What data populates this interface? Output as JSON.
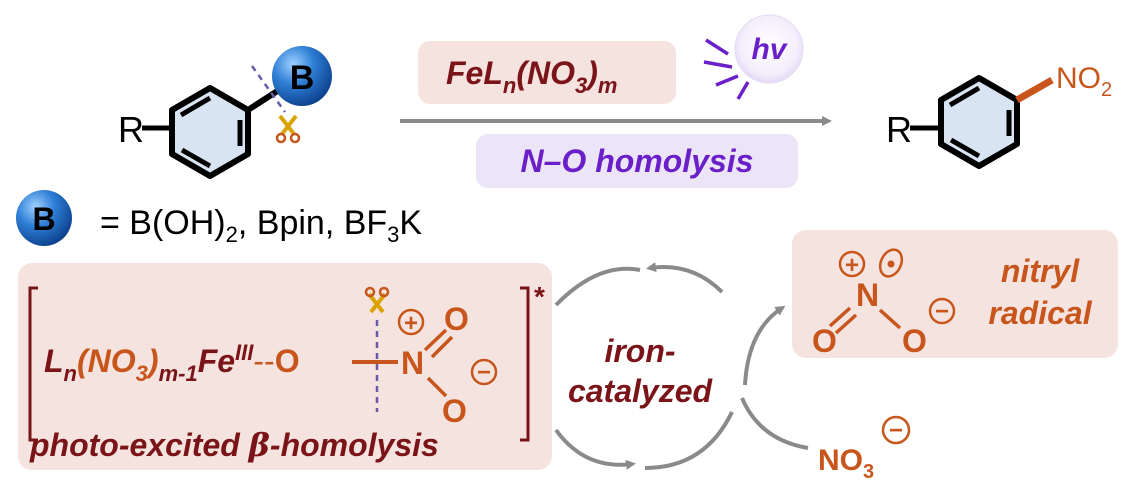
{
  "colors": {
    "dark_red": "#7a1418",
    "orange": "#c8561c",
    "purple": "#6a1fc8",
    "gray": "#8a8a8a",
    "ring_fill": "#d8e4f2",
    "pink_box": "#f5e3df",
    "lavender_box": "#ece4f7",
    "boron_blue": "#1f64b8"
  },
  "reaction": {
    "reactant_r": "R",
    "boron_letter": "B",
    "reagent_main": "FeL",
    "reagent_sub_n": "n",
    "reagent_paren": "(NO",
    "reagent_sub_3": "3",
    "reagent_close": ")",
    "reagent_sub_m": "m",
    "hv": "hv",
    "condition": "N–O homolysis",
    "product_r": "R",
    "product_no": "NO",
    "product_sub": "2"
  },
  "boron_def": {
    "letter": "B",
    "eq": "= B(OH)",
    "sub2": "2",
    "rest": ", Bpin, BF",
    "sub3": "3",
    "k": "K"
  },
  "complex": {
    "l": "L",
    "sub_n": "n",
    "open": "(NO",
    "sub_3": "3",
    "close": ")",
    "sub_m1": "m-1",
    "fe": "Fe",
    "sup_iii": "III",
    "dash": "--",
    "o": "O",
    "n": "N",
    "o_top": "O",
    "o_bot": "O",
    "plus": "+",
    "minus": "−",
    "star": "*",
    "caption": "photo-excited ",
    "beta": "β",
    "caption_end": "-homolysis"
  },
  "cycle": {
    "line1": "iron-",
    "line2": "catalyzed"
  },
  "nitryl": {
    "n": "N",
    "o_left": "O",
    "o_right": "O",
    "plus": "+",
    "minus": "−",
    "label1": "nitryl",
    "label2": "radical"
  },
  "nitrate": {
    "no": "NO",
    "sub3": "3",
    "minus": "−"
  }
}
